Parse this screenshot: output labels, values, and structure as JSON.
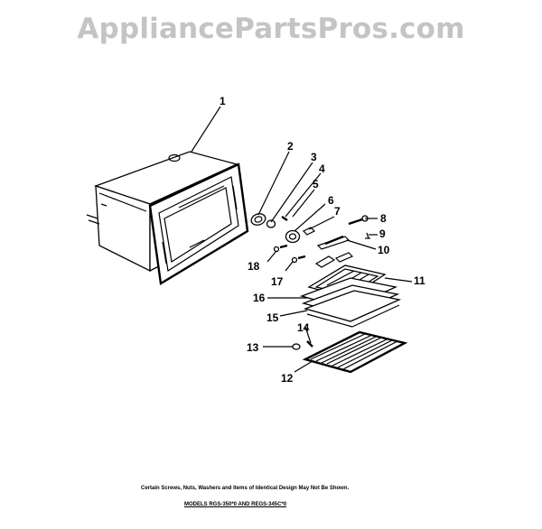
{
  "watermark": "AppliancePartsPros.com",
  "callouts": [
    "1",
    "2",
    "3",
    "4",
    "5",
    "6",
    "7",
    "8",
    "9",
    "10",
    "11",
    "12",
    "13",
    "14",
    "15",
    "16",
    "17",
    "18"
  ],
  "footnote": "Certain Screws, Nuts, Washers and Items of Identical Design May Not Be Shown.",
  "models_line": "MODELS RGS-350*0 AND REGS-345C*0"
}
